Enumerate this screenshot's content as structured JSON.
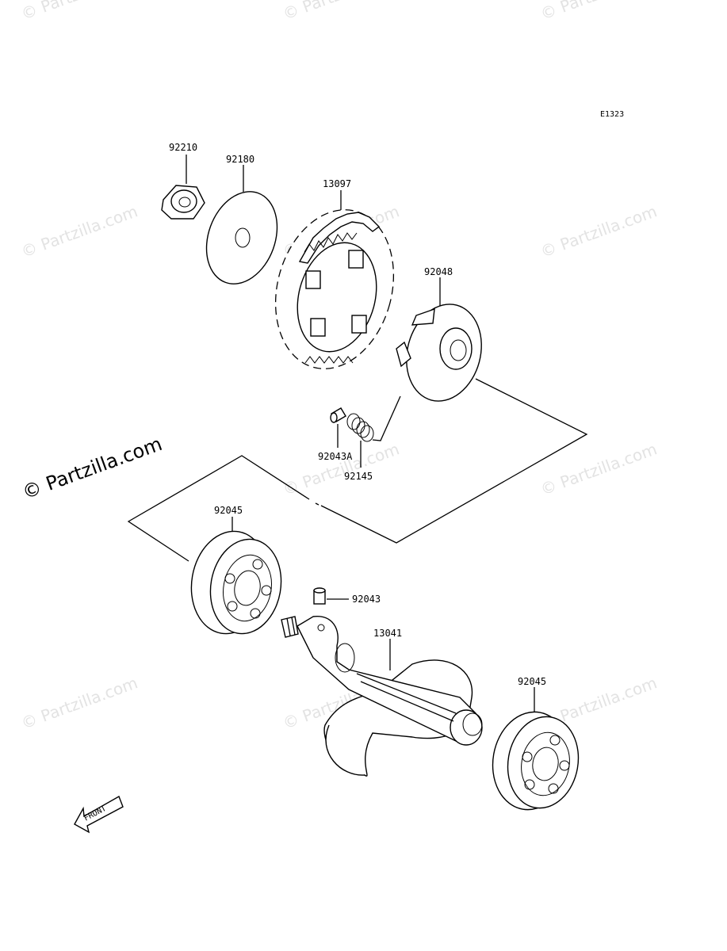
{
  "diagram": {
    "code": "E1323",
    "watermark": "© Partzilla.com",
    "front_label": "FRONT",
    "parts": [
      {
        "id": "p92210",
        "number": "92210"
      },
      {
        "id": "p92180",
        "number": "92180"
      },
      {
        "id": "p13097",
        "number": "13097"
      },
      {
        "id": "p92048",
        "number": "92048"
      },
      {
        "id": "p92043A",
        "number": "92043A"
      },
      {
        "id": "p92145",
        "number": "92145"
      },
      {
        "id": "p92045a",
        "number": "92045"
      },
      {
        "id": "p92043",
        "number": "92043"
      },
      {
        "id": "p13041",
        "number": "13041"
      },
      {
        "id": "p92045b",
        "number": "92045"
      }
    ]
  }
}
